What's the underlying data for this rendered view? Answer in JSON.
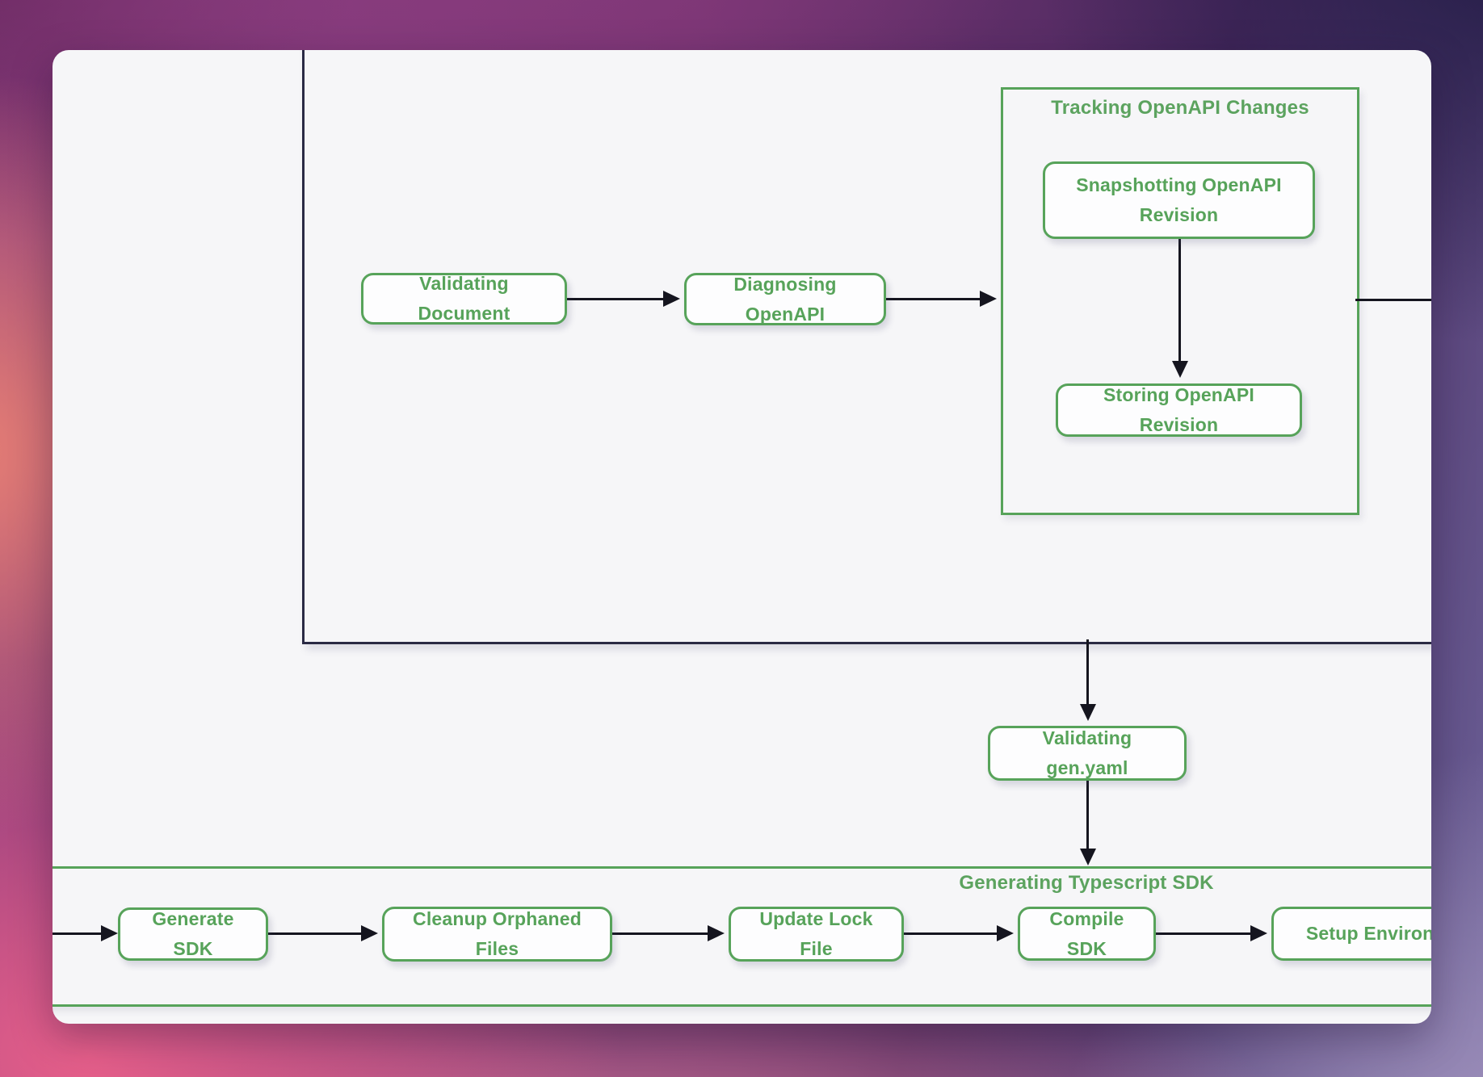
{
  "colors": {
    "accent_green": "#57a35a",
    "edge_black": "#15151f",
    "card_background": "#f6f6f8",
    "node_fill": "#fdfdfe"
  },
  "diagram": {
    "clusters": {
      "tracking": {
        "label": "Tracking OpenAPI Changes"
      },
      "generating": {
        "label": "Generating Typescript SDK"
      }
    },
    "nodes": [
      {
        "id": "validating-document",
        "label": "Validating Document"
      },
      {
        "id": "diagnosing-openapi",
        "label": "Diagnosing OpenAPI"
      },
      {
        "id": "snapshotting-openapi-revision",
        "label": "Snapshotting OpenAPI Revision"
      },
      {
        "id": "storing-openapi-revision",
        "label": "Storing OpenAPI Revision"
      },
      {
        "id": "validating-gen-yaml",
        "label": "Validating gen.yaml"
      },
      {
        "id": "generate-sdk",
        "label": "Generate SDK"
      },
      {
        "id": "cleanup-orphaned-files",
        "label": "Cleanup Orphaned Files"
      },
      {
        "id": "update-lock-file",
        "label": "Update Lock File"
      },
      {
        "id": "compile-sdk",
        "label": "Compile SDK"
      },
      {
        "id": "setup-environment",
        "label": "Setup Environment"
      }
    ],
    "edges": [
      {
        "from": "offscreen-left",
        "to": "generate-sdk"
      },
      {
        "from": "generate-sdk",
        "to": "cleanup-orphaned-files"
      },
      {
        "from": "cleanup-orphaned-files",
        "to": "update-lock-file"
      },
      {
        "from": "update-lock-file",
        "to": "compile-sdk"
      },
      {
        "from": "compile-sdk",
        "to": "setup-environment"
      },
      {
        "from": "validating-document",
        "to": "diagnosing-openapi"
      },
      {
        "from": "diagnosing-openapi",
        "to": "tracking-cluster"
      },
      {
        "from": "tracking-cluster",
        "to": "offscreen-right"
      },
      {
        "from": "snapshotting-openapi-revision",
        "to": "storing-openapi-revision"
      },
      {
        "from": "outer-cluster",
        "to": "validating-gen-yaml"
      },
      {
        "from": "validating-gen-yaml",
        "to": "generating-cluster"
      }
    ]
  }
}
